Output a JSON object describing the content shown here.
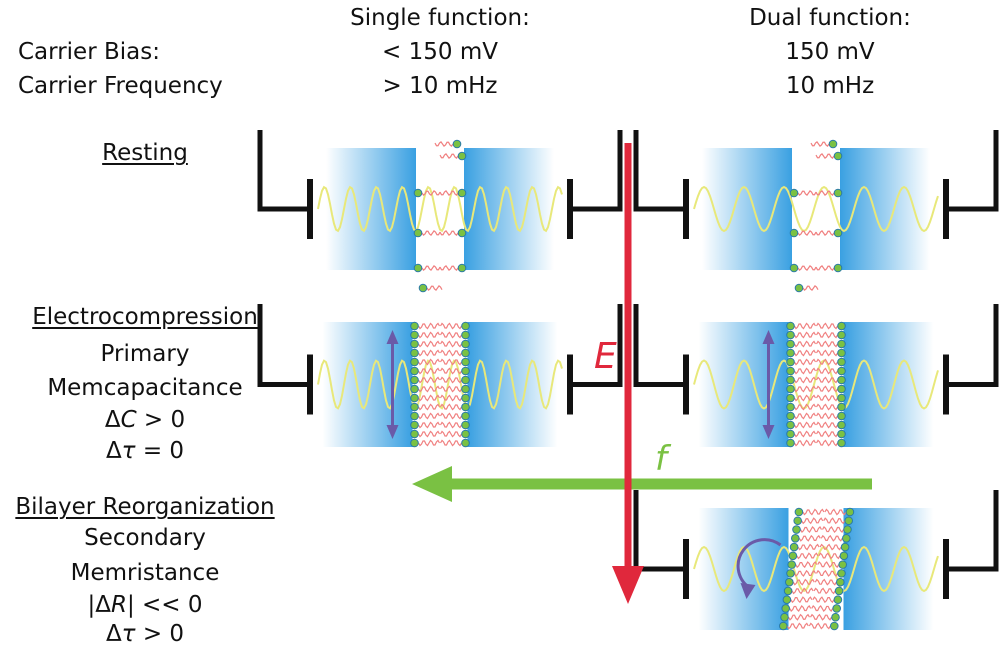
{
  "header": {
    "single_title": "Single function:",
    "single_bias": "< 150 mV",
    "single_freq": "> 10 mHz",
    "dual_title": "Dual function:",
    "dual_bias": "150 mV",
    "dual_freq": "10 mHz",
    "bias_label": "Carrier Bias:",
    "freq_label": "Carrier Frequency"
  },
  "rows": {
    "resting": {
      "title": "Resting"
    },
    "electro": {
      "title": "Electrocompression",
      "line1": "Primary",
      "line2": "Memcapacitance",
      "eq1_prefix": "Δ",
      "eq1_var": "C",
      "eq1_rest": " > 0",
      "eq2_prefix": "Δ",
      "eq2_var": "τ",
      "eq2_rest": " = 0"
    },
    "bilayer": {
      "title": "Bilayer Reorganization",
      "line1": "Secondary",
      "line2": "Memristance",
      "eq1_prefix": "|Δ",
      "eq1_var": "R",
      "eq1_rest": "| << 0",
      "eq2_prefix": "Δ",
      "eq2_var": "τ",
      "eq2_rest": " > 0"
    }
  },
  "arrows": {
    "e_label": "E",
    "f_label": "f",
    "e_color": "#e0283c",
    "f_color": "#7ac143"
  },
  "colors": {
    "electrode": "#111111",
    "water": "#2f9be0",
    "sine": "#e8e87a",
    "lipid_head": "#7ac143",
    "lipid_tail": "#f08080",
    "compression_arrow": "#6a5aa8"
  }
}
